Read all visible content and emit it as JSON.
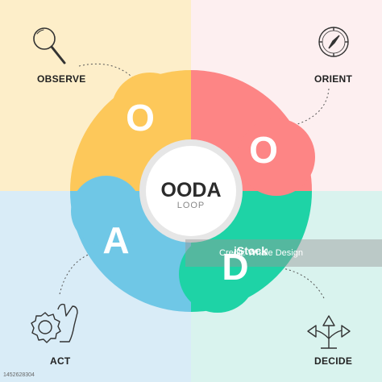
{
  "colors": {
    "bg_observe": "#fdeec9",
    "bg_orient": "#fdeff0",
    "bg_act": "#d9ecf7",
    "bg_decide": "#d9f3ee",
    "observe": "#fdc85a",
    "orient": "#fd8585",
    "act": "#6fc7e6",
    "decide": "#1ed3a6",
    "text": "#222222"
  },
  "stages": {
    "observe": {
      "label": "OBSERVE",
      "letter": "O",
      "icon": "magnifier-icon"
    },
    "orient": {
      "label": "ORIENT",
      "letter": "O",
      "icon": "compass-icon"
    },
    "decide": {
      "label": "DECIDE",
      "letter": "D",
      "icon": "crossroads-arrows-icon"
    },
    "act": {
      "label": "ACT",
      "letter": "A",
      "icon": "gear-hand-icon"
    }
  },
  "center": {
    "title": "OODA",
    "subtitle": "LOOP"
  },
  "watermark": {
    "text": "Credit: Whale Design",
    "logo": "iStock"
  },
  "stock_id": "1452628304"
}
